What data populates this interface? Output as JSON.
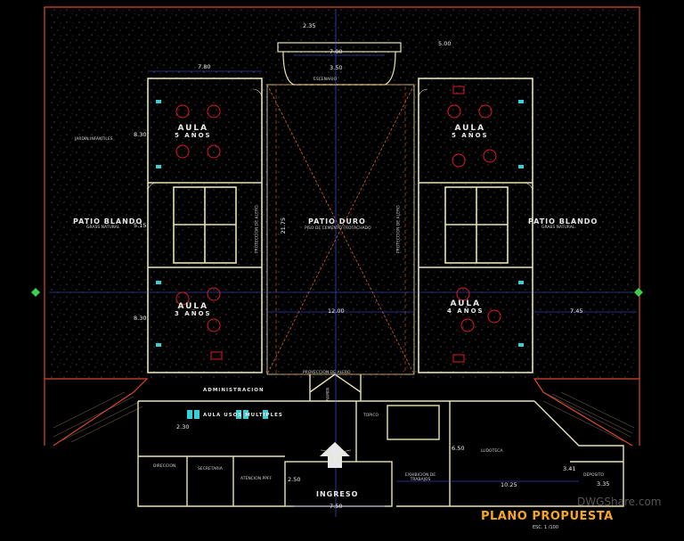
{
  "drawing": {
    "title": "PLANO PROPUESTA",
    "scale": "ESC. 1 /100",
    "watermark": "DWGShare.com"
  },
  "rooms": {
    "escenario": "ESCENARIO",
    "jardin": "JARDIN INFANTILES",
    "patio_blando_left": "PATIO BLANDO",
    "grass_left": "GRASS NATURAL",
    "patio_blando_right": "PATIO BLANDO",
    "grass_right": "GRASS NATURAL",
    "patio_duro": "PATIO DURO",
    "piso": "PISO DE CEMENTO FROTACHADO",
    "proteccion_left": "PROTECCION DE ALERO",
    "proteccion_right": "PROTECCION DE ALERO",
    "proyeccion_alero": "PROYECCION DE ALERO",
    "administracion": "ADMINISTRACION",
    "rampa": "RAMPA",
    "aula_usos": "AULA USOS MULTIPLES",
    "topico": "TOPICO",
    "direccion": "DIRECCION",
    "secretaria": "SECRETARIA",
    "atencion": "ATENCION PPFF",
    "ingreso": "INGRESO",
    "exhibicion": "EXHIBICION DE TRABAJOS",
    "ludoteca": "LUDOTECA",
    "deposito": "DEPOSITO"
  },
  "aulas": [
    {
      "line1": "AULA",
      "line2": "5 AÑOS"
    },
    {
      "line1": "AULA",
      "line2": "5 AÑOS"
    },
    {
      "line1": "AULA",
      "line2": "3 AÑOS"
    },
    {
      "line1": "AULA",
      "line2": "4 AÑOS"
    }
  ],
  "dimensions": {
    "d1": "2.35",
    "d2": "7.00",
    "d3": "3.50",
    "d4": "5.00",
    "d5": "7.80",
    "d6": "8.30",
    "d7": "5.15",
    "d8": "8.30",
    "d9": "21.75",
    "d10": "12.00",
    "d11": "7.45",
    "d12": "2.30",
    "d13": "2.50",
    "d14": "7.50",
    "d15": "6.50",
    "d16": "10.25",
    "d17": "3.41",
    "d18": "3.35"
  },
  "colors": {
    "background": "#000000",
    "walls": "#e9e4b0",
    "boundary": "#d9482b",
    "furniture": "#e0182c",
    "fixtures": "#35d0d8",
    "dimension": "#4a5cff",
    "title": "#f5a623",
    "diagonal": "#e0631f"
  }
}
